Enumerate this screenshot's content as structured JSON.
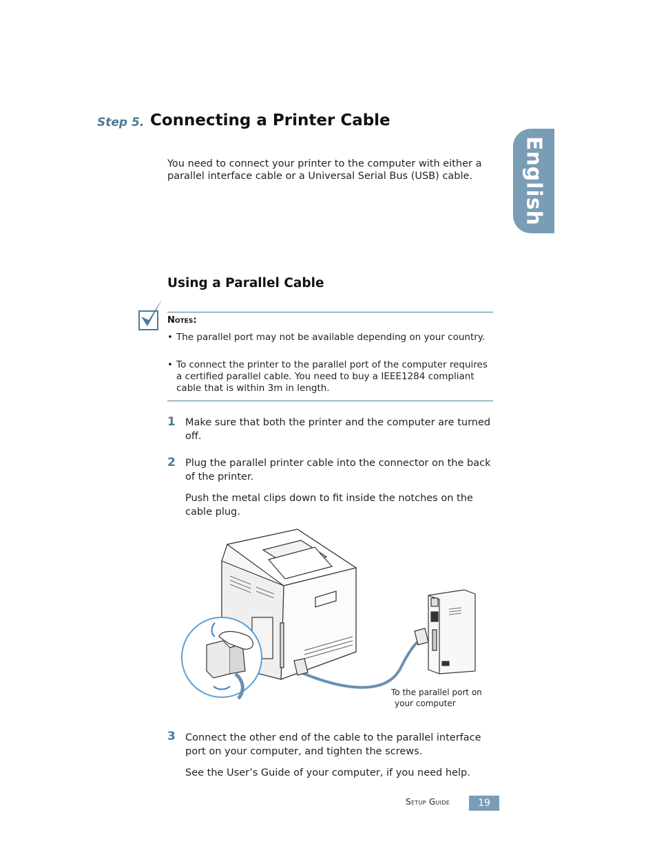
{
  "header": {
    "step_label": "Step 5.",
    "title": "Connecting a Printer Cable",
    "intro": "You need to connect your printer to the computer with either a parallel interface cable or a Universal Serial Bus (USB) cable."
  },
  "side_tab": {
    "label": "English"
  },
  "section": {
    "title": "Using a Parallel Cable"
  },
  "notes": {
    "heading": "Notes",
    "heading_suffix": ":",
    "items": [
      "The parallel port may not be available depending on your country.",
      "To connect the printer to the parallel port of the computer requires a certified parallel cable. You need to buy a IEEE1284 compliant cable that is within 3m in length."
    ]
  },
  "steps": [
    {
      "number": "1",
      "paragraphs": [
        "Make sure that both the printer and the computer are turned off."
      ]
    },
    {
      "number": "2",
      "paragraphs": [
        "Plug the parallel printer cable into the connector on the back of the printer.",
        "Push the metal clips down to fit inside the notches on the cable plug."
      ]
    },
    {
      "number": "3",
      "paragraphs": [
        "Connect the other end of the cable to the parallel interface port on your computer, and tighten the screws.",
        "See the User’s Guide of your computer, if you need help."
      ]
    }
  ],
  "figure": {
    "caption_line1": "To the parallel port on",
    "caption_line2": "your computer"
  },
  "footer": {
    "label": "Setup Guide",
    "page_number": "19"
  }
}
